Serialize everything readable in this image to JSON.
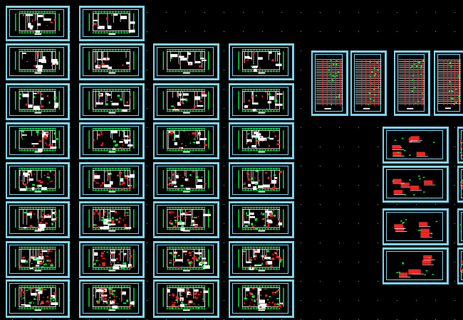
{
  "viewer": {
    "background": "#000000",
    "grid_dot_color": "#8a8a8a"
  },
  "colors": {
    "frame": "#7fd3ee",
    "outline": "#00ff40",
    "walls": "#ffffff",
    "accent": "#ff2020",
    "cyan": "#00e5ff"
  },
  "sheets": {
    "floor_plans": 30,
    "system_diagrams": 4,
    "detail_sheets": 4
  }
}
